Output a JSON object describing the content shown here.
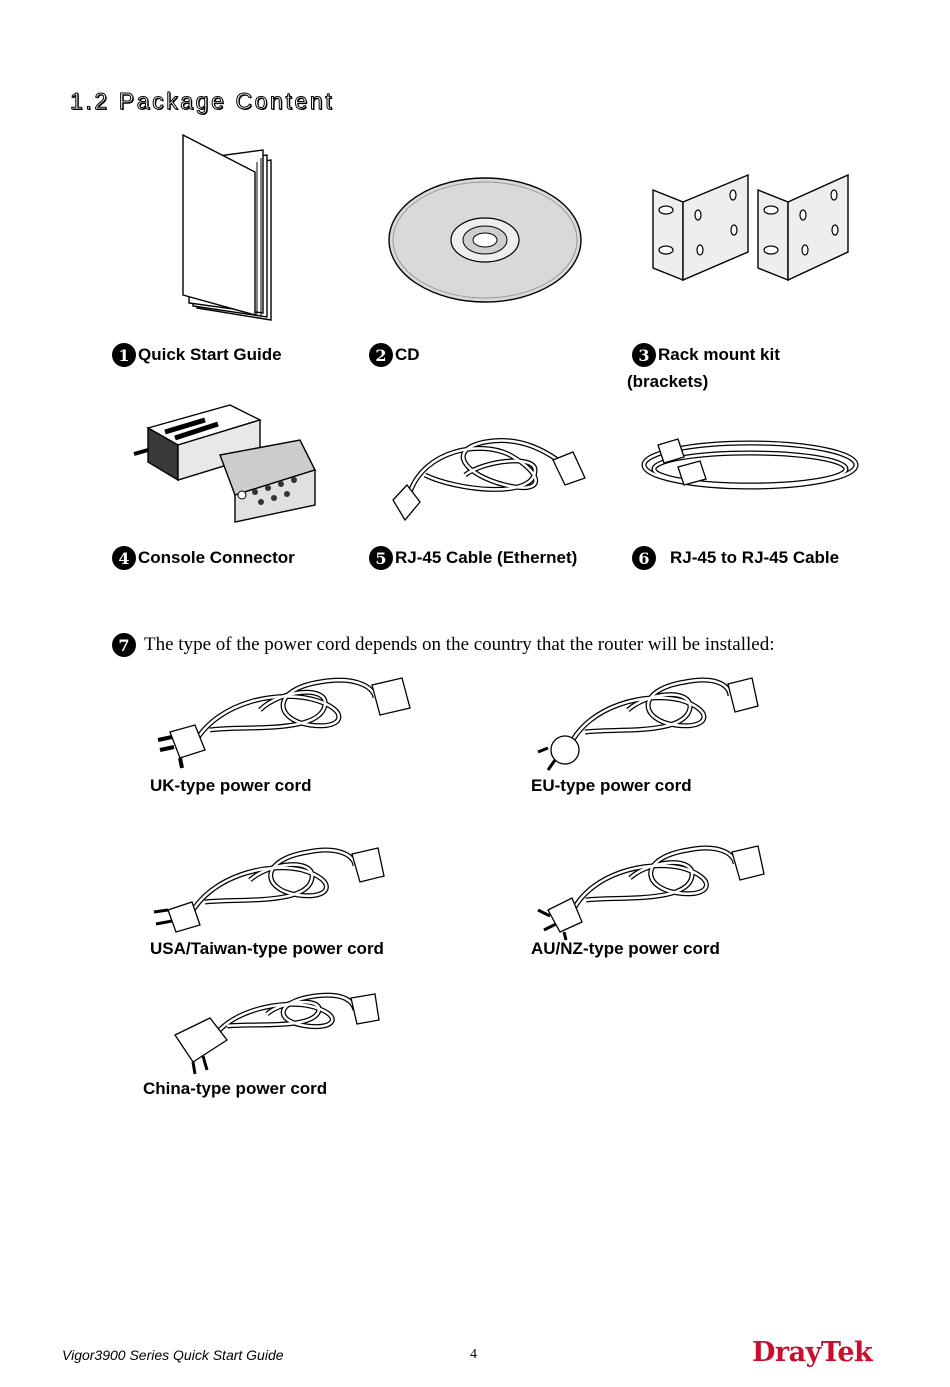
{
  "section_title": "1.2 Package Content",
  "items": [
    {
      "num": "1",
      "label": "Quick Start Guide"
    },
    {
      "num": "2",
      "label": "CD"
    },
    {
      "num": "3",
      "label": "Rack mount kit",
      "label2": "(brackets)"
    },
    {
      "num": "4",
      "label": "Console Connector"
    },
    {
      "num": "5",
      "label": "RJ-45 Cable (Ethernet)"
    },
    {
      "num": "6",
      "label": "RJ-45 to RJ-45 Cable"
    }
  ],
  "power_note": {
    "num": "7",
    "text": "The type of the power cord depends on the country that the router will be installed:"
  },
  "cords": {
    "uk": "UK-type power cord",
    "eu": "EU-type power cord",
    "usa": "USA/Taiwan-type power cord",
    "au": "AU/NZ-type power cord",
    "china": "China-type power cord"
  },
  "footer": {
    "guide": "Vigor3900 Series Quick Start Guide",
    "page": "4",
    "logo": "DrayTek"
  }
}
